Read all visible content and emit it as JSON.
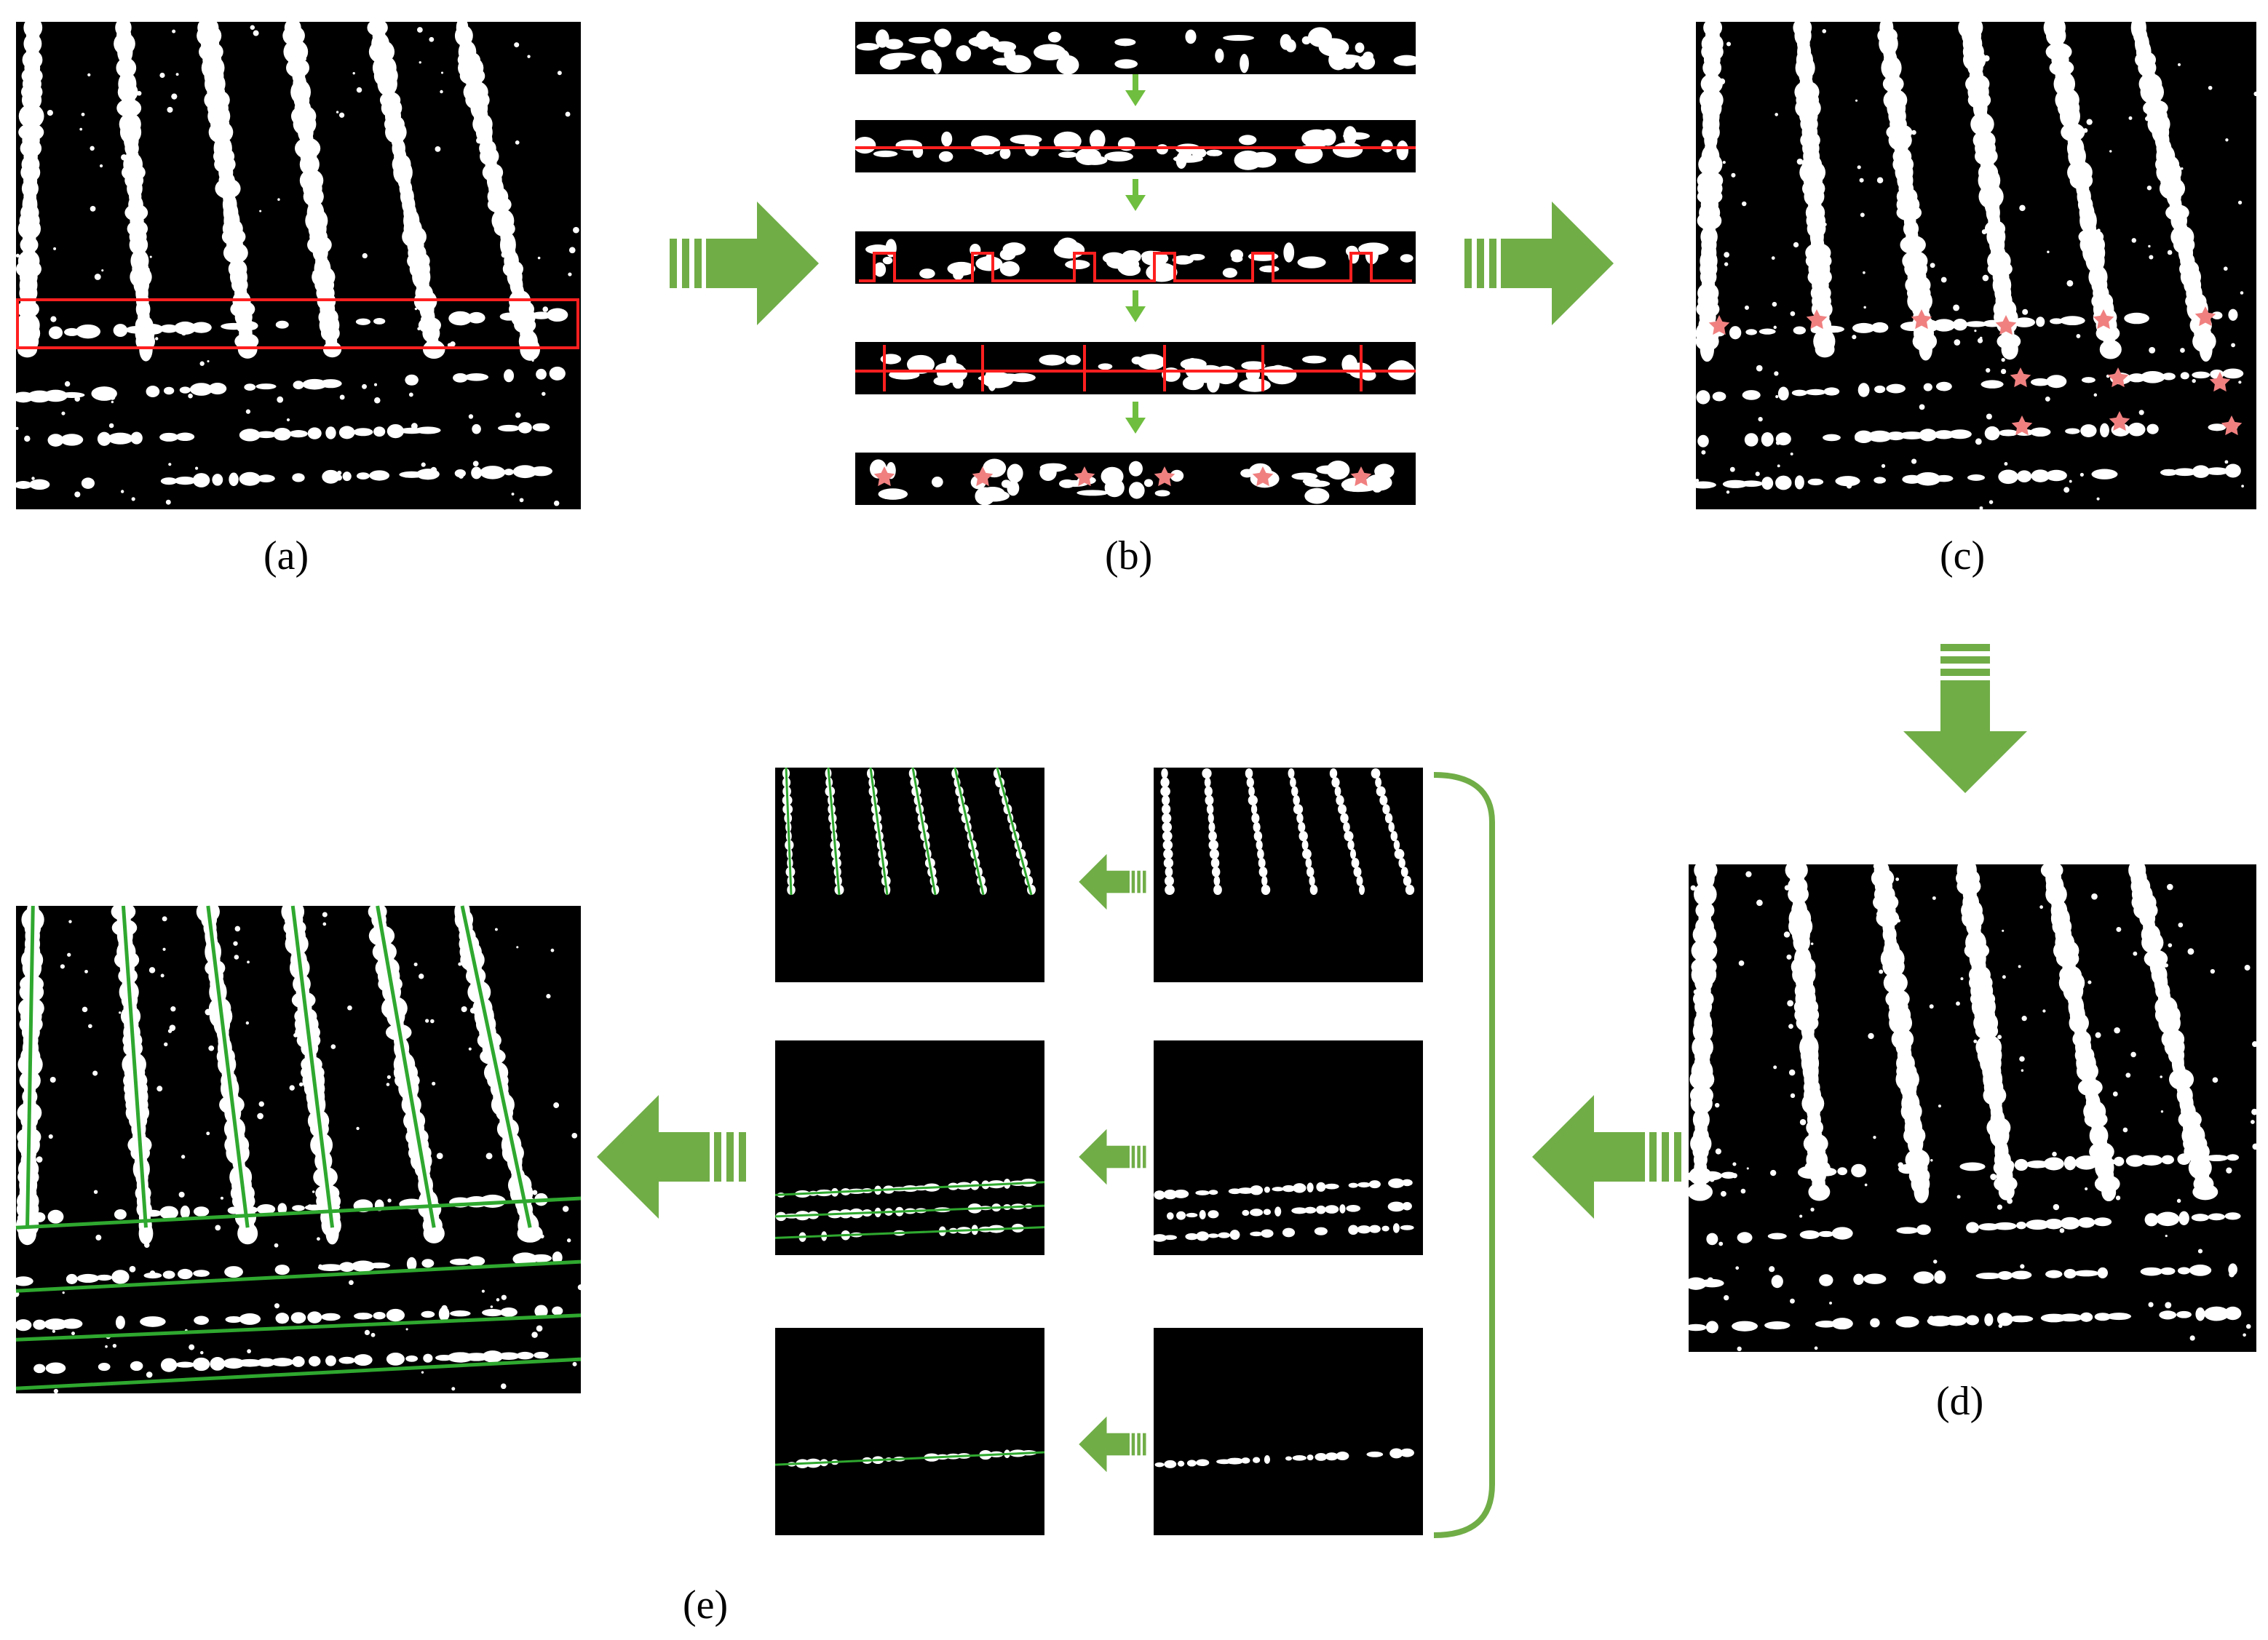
{
  "labels": {
    "a": "(a)",
    "b": "(b)",
    "c": "(c)",
    "d": "(d)",
    "e": "(e)"
  },
  "colors": {
    "background": "#ffffff",
    "image_bg": "#000000",
    "foreground": "#ffffff",
    "arrow": "#70ad47",
    "small_arrow": "#6fbe3f",
    "highlight": "#ff1f1f",
    "star": "#f08080",
    "fit_line": "#2fa82f"
  },
  "icons": {
    "flow_arrow": "thick-striped-arrow-icon",
    "step_arrow": "small-down-arrow-icon",
    "feature_marker": "star-icon"
  }
}
